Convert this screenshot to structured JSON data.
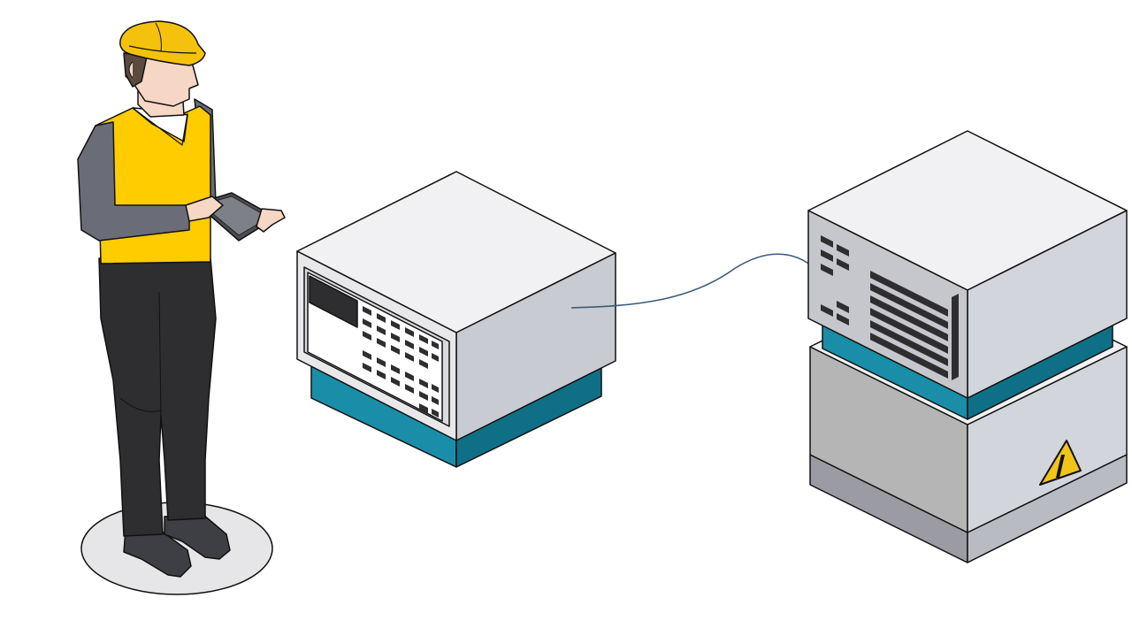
{
  "scene": {
    "background": "#ffffff",
    "elements": [
      {
        "name": "field-worker",
        "icon": "worker-with-tablet-icon"
      },
      {
        "name": "control-unit",
        "icon": "control-panel-unit-icon"
      },
      {
        "name": "cable",
        "icon": "connection-cable-icon"
      },
      {
        "name": "power-cabinet",
        "icon": "electrical-cabinet-icon"
      },
      {
        "name": "hazard-sign",
        "icon": "warning-triangle-icon"
      }
    ]
  },
  "colors": {
    "outline": "#111111",
    "box_top": "#f1f1f3",
    "box_side": "#c9cbd3",
    "box_front": "#d9dade",
    "teal_base": "#1a8ea8",
    "teal_dark": "#0f6f86",
    "cabinet_front": "#b5b5b5",
    "cabinet_side": "#d3d5dc",
    "cabinet_plinth": "#9a9ba3",
    "vest": "#ffcc00",
    "helmet": "#f4c20d",
    "skin": "#f6d6c4",
    "sleeve": "#6a6d78",
    "trousers": "#2e2e31",
    "floor_disc": "#e6e6e8",
    "cable": "#3a5b7a",
    "warning": "#f0c419"
  }
}
